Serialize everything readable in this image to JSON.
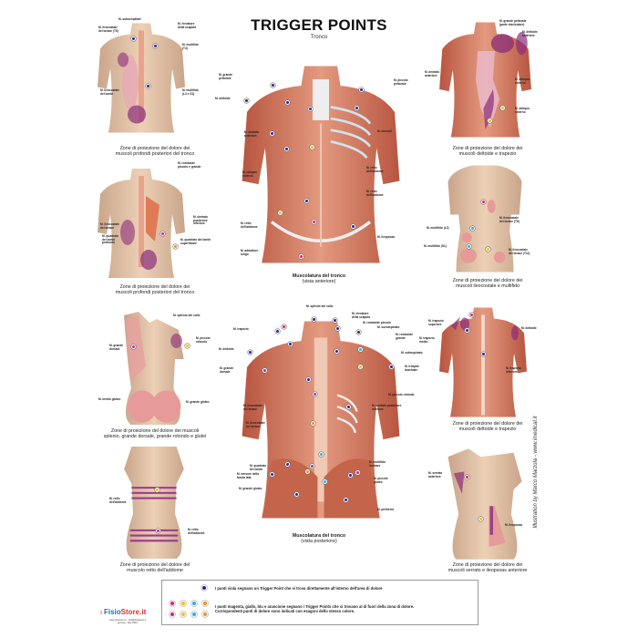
{
  "header": {
    "title": "TRIGGER POINTS",
    "subtitle": "Tronco"
  },
  "credit": "Illustration by Marco Marzola - www.imedical.it",
  "panels": {
    "p1": {
      "caption": "Zone di proiezione del dolore dei\nmuscoli profondi posteriori del tronco",
      "labels": [
        "M. suboccipitale",
        "M. ileocostale\ndel torace (T6)",
        "M. elevatore\ndella scapola",
        "M. multifido\n(T4)",
        "M. ileocostale\ndei lombi",
        "M. multifido\n(L3 e S1)"
      ]
    },
    "p2": {
      "caption": "Zone di proiezione del dolore dei\nmuscoli profondi posteriori del tronco",
      "labels": [
        "M. romboide\npiccolo e grande",
        "M. ileocostale\ndel torace",
        "M. quadrato\ndei lombi\nprofondo",
        "M. dentato\nposteriore\ninferiore",
        "M. quadrato dei lombi\nsuperficiale"
      ]
    },
    "p3": {
      "caption": "Zone di proiezione del dolore dei muscoli\nsplenio, grande dorsale, grande rotondo e glutei",
      "labels": [
        "M. splenio del collo",
        "M. piccolo\nrotondo",
        "M. grande\ndorsale",
        "M. medio gluteo",
        "M. grande gluteo"
      ]
    },
    "p4": {
      "caption": "Zone di proiezione del dolore del\nmuscolo retto dell'addome",
      "labels": [
        "M. retto\ndell'addome",
        "M. retto\ndell'addome"
      ]
    },
    "front": {
      "caption": "Muscolatura del tronco",
      "caption2": "(vista anteriore)",
      "labels": [
        "M. grande\npettorale",
        "M. deltoide",
        "M. piccolo\npettorale",
        "M. sternali",
        "M. dentato\nanteriore",
        "M. retto\ndell'addome",
        "M. obliquo\nesterno",
        "M. retto\ndell'addome",
        "M. retto\ndell'addome",
        "M. ileopsoas",
        "M. adduttore\nlungo"
      ]
    },
    "back": {
      "caption": "Muscolatura del tronco",
      "caption2": "(vista posteriore)",
      "labels": [
        "M. splenio del collo",
        "M. elevatore\ndella scapola",
        "M. romboide piccolo",
        "M. trapezio",
        "M. sovraspinato",
        "M. romboide\ngrande",
        "M. deltoide",
        "M. sottospinato",
        "M. tricipite\nbrachiale",
        "M. grande\ndorsale",
        "M. piccolo rotondo",
        "M. ileocostale\ndel torace",
        "M. dentato posteriore\ninferiore",
        "M. ileocostale\ndel torace",
        "M. quadrato\ndei lombi",
        "M. multifido\nlombare",
        "M. tensore della\nfascia lata",
        "M. piccolo\ngluteo",
        "M. grande gluteo",
        "M. piriforme"
      ]
    },
    "r1": {
      "caption": "Zone di proiezione del dolore dei\nmuscoli deltoide e trapezio",
      "labels": [
        "M. grande pettorale\n(parte clavicolare)",
        "M. deltoide\nanteriore",
        "M. dentato\nanteriore",
        "M. obliquo\nesterno",
        "M. obliquo\nesterno"
      ]
    },
    "r2": {
      "caption": "Zone di proiezione del dolore dei\nmuscoli ileocostale e multifido",
      "labels": [
        "M. ileocostale\ndel torace (T6)",
        "M. multifido (L2)",
        "M. multifido (S1)",
        "M. ileocostale\ndel torace (T11)"
      ]
    },
    "r3": {
      "caption": "Zone di proiezione del dolore dei\nmuscoli deltoide e trapezio",
      "labels": [
        "M. trapezio\nsuperiore",
        "M. trapezio\nmedio",
        "M. deltoide",
        "M. trapezio\ninferiore"
      ]
    },
    "r4": {
      "caption": "Zone di proiezione del dolore dei\nmuscoli serrato e ileopsoas anteriore",
      "labels": [
        "M. serrato\nanteriore",
        "M. ileopsoas"
      ]
    }
  },
  "legend": {
    "violet_text": "I punti viola segnano un Trigger Point che si trova direttamente all'interno dell'area di dolore",
    "colored_text": "I punti magenta, giallo, blu e arancione segnano i Trigger Points che si trovano al di fuori della zona di dolore.\nCorrispondenti punti di dolore sono indicati con esagoni dello stesso colore.",
    "colors": {
      "violet": "#3a1e8c",
      "magenta": "#e6197f",
      "yellow": "#f5c400",
      "blue": "#1fb5e8",
      "orange": "#f39019"
    }
  },
  "logo": {
    "name_a": "Fisio",
    "name_b": "Store.it",
    "sub": "www.fisiostore.it - info@fisiostore.it\ngenova - Italy 2010"
  }
}
